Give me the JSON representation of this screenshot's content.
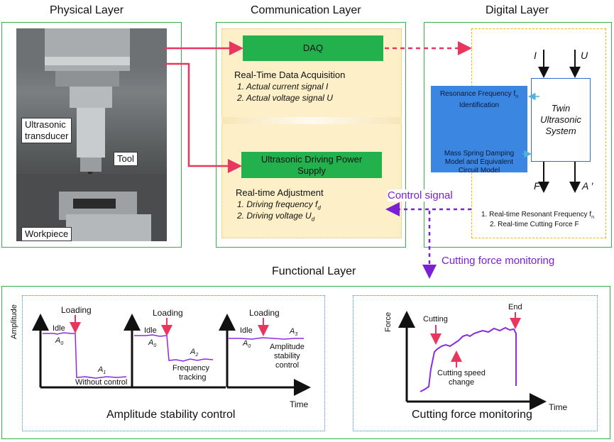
{
  "layers": {
    "physical": "Physical Layer",
    "communication": "Communication Layer",
    "digital": "Digital Layer",
    "functional": "Functional Layer"
  },
  "physical": {
    "ultrasonic_transducer_1": "Ultrasonic",
    "ultrasonic_transducer_2": "transducer",
    "tool": "Tool",
    "workpiece": "Workpiece"
  },
  "communication": {
    "daq": "DAQ",
    "acq_title": "Real-Time Data  Acquisition",
    "acq_item1": "1. Actual current signal I",
    "acq_item2": "2. Actual voltage signal U",
    "power_line1": "Ultrasonic Driving Power",
    "power_line2": "Supply",
    "adj_title": "Real-time Adjustment",
    "adj_item1": "1. Driving frequency f",
    "adj_item1_sub": "d",
    "adj_item2": "2. Driving voltage U",
    "adj_item2_sub": "d"
  },
  "digital": {
    "res_line1": "Resonance Frequency f",
    "res_sub": "n",
    "res_line2": "Identification",
    "msd_line1": "Mass Spring Damping",
    "msd_line2": "Model and Equivalent",
    "msd_line3": "Circuit Model",
    "twin_line1": "Twin",
    "twin_line2": "Ultrasonic",
    "twin_line3": "System",
    "input_I": "I",
    "input_U": "U",
    "output_F": "F",
    "output_A": "A ′",
    "out_item1": "1. Real-time Resonant Frequency f",
    "out_item1_sub": "n",
    "out_item2": "2. Real-time Cutting Force F"
  },
  "arrows": {
    "control_signal": "Control signal",
    "cutting_force_monitoring": "Cutting force monitoring"
  },
  "functional": {
    "amp_caption": "Amplitude stability control",
    "force_caption": "Cutting force monitoring",
    "amp_ylabel": "Amplitude",
    "time_label": "Time",
    "loading": "Loading",
    "idle": "Idle",
    "a0": "A",
    "a0_sub": "0",
    "a1": "A",
    "a1_sub": "1",
    "a2": "A",
    "a2_sub": "2",
    "a3": "A",
    "a3_sub": "3",
    "without_control": "Without control",
    "freq_tracking_1": "Frequency",
    "freq_tracking_2": "tracking",
    "amp_stab_1": "Amplitude",
    "amp_stab_2": "stability",
    "amp_stab_3": "control",
    "force_ylabel": "Force",
    "cutting": "Cutting",
    "end": "End",
    "cut_speed_1": "Cutting speed",
    "cut_speed_2": "change"
  },
  "colors": {
    "layer_border": "#36b04a",
    "green_bar": "#22b14c",
    "link_red": "#e8365f",
    "signal_purple": "#7b1fd6",
    "dash_orange": "#f2b400",
    "panel_bg": "#fdf0c8",
    "blue_box": "#3a86e0",
    "trace_purple": "#8a2be2"
  }
}
